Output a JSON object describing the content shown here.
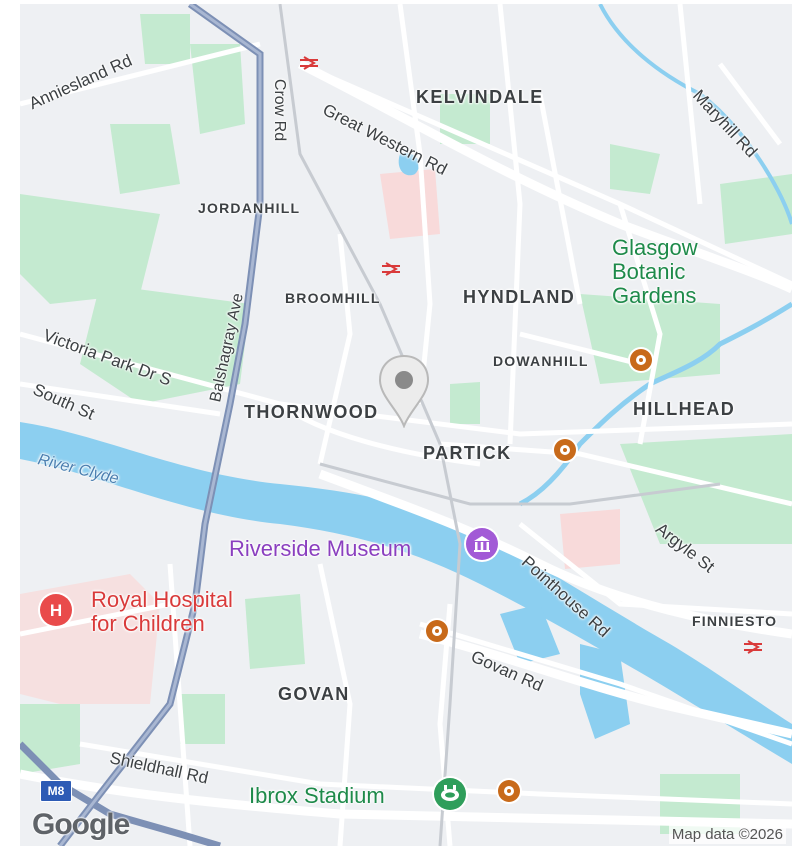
{
  "areas": {
    "kelvindale": "KELVINDALE",
    "jordanhill": "JORDANHILL",
    "broomhill": "BROOMHILL",
    "hyndland": "HYNDLAND",
    "dowanhill": "DOWANHILL",
    "hillhead": "HILLHEAD",
    "thornwood": "THORNWOOD",
    "partick": "PARTICK",
    "govan": "GOVAN",
    "finnieston": "FINNIESTO"
  },
  "roads": {
    "anniesland": "Anniesland Rd",
    "crow": "Crow Rd",
    "great_western": "Great Western Rd",
    "maryhill": "Maryhill Rd",
    "balshagray": "Balshagray Ave",
    "victoria_park": "Victoria Park Dr S",
    "south_st": "South St",
    "argyle": "Argyle St",
    "pointhouse": "Pointhouse Rd",
    "govan_rd": "Govan Rd",
    "shieldhall": "Shieldhall Rd",
    "m8": "M8"
  },
  "water": {
    "clyde": "River Clyde"
  },
  "pois": {
    "botanic_1": "Glasgow",
    "botanic_2": "Botanic",
    "botanic_3": "Gardens",
    "riverside": "Riverside Museum",
    "hospital_1": "Royal Hospital",
    "hospital_2": "for Children",
    "ibrox": "Ibrox Stadium"
  },
  "attribution": {
    "copyright": "Map data ©2026",
    "logo": "Google"
  },
  "colors": {
    "water": "#8ccff0",
    "park": "#bfe8c8",
    "road": "#ffffff",
    "motorway": "#7d90b5",
    "hospital_area": "#f8dcdc",
    "poi_green": "#1e8a4a",
    "poi_purple": "#8a3fbf",
    "poi_red": "#d93a3a",
    "subway": "#c86a1a"
  }
}
